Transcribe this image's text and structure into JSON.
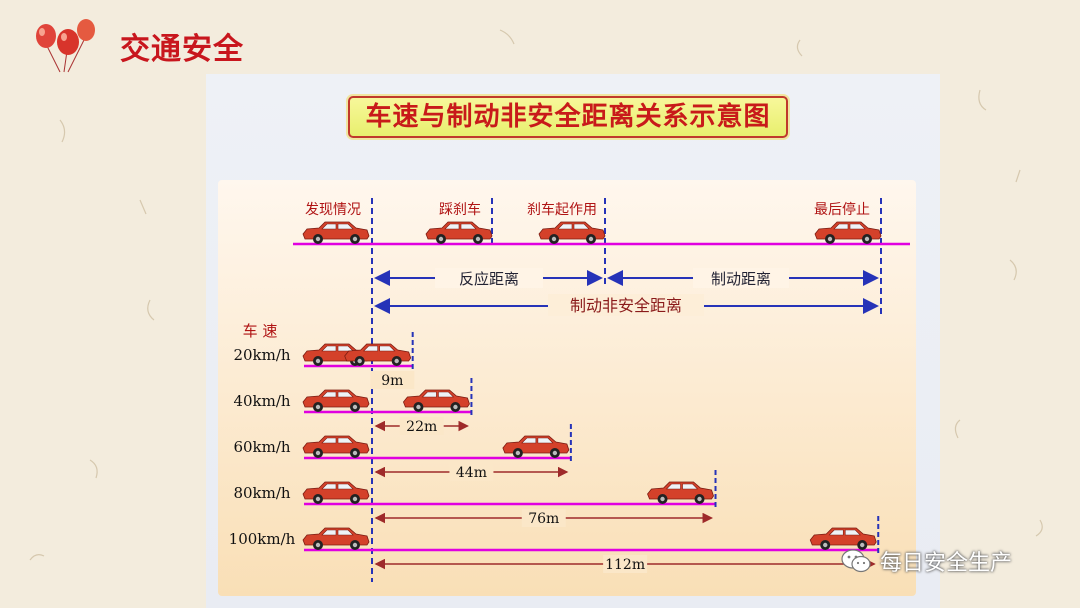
{
  "header": {
    "title": "交通安全",
    "icon": "balloons-icon"
  },
  "diagram": {
    "title": "车速与制动非安全距离关系示意图",
    "stages": [
      "发现情况",
      "踩刹车",
      "刹车起作用",
      "最后停止"
    ],
    "segments": {
      "reaction": "反应距离",
      "braking": "制动距离",
      "total": "制动非安全距离"
    },
    "speed_label": "车 速",
    "rows": [
      {
        "speed": "20km/h",
        "distance": "9m",
        "meters": 9
      },
      {
        "speed": "40km/h",
        "distance": "22m",
        "meters": 22
      },
      {
        "speed": "60km/h",
        "distance": "44m",
        "meters": 44
      },
      {
        "speed": "80km/h",
        "distance": "76m",
        "meters": 76
      },
      {
        "speed": "100km/h",
        "distance": "112m",
        "meters": 112
      }
    ],
    "colors": {
      "line": "#e000e0",
      "marker": "#2633b8",
      "car": "#d4412a",
      "dim": "#9e2a2a"
    }
  },
  "watermark": {
    "text": "每日安全生产",
    "icon": "wechat-icon"
  }
}
